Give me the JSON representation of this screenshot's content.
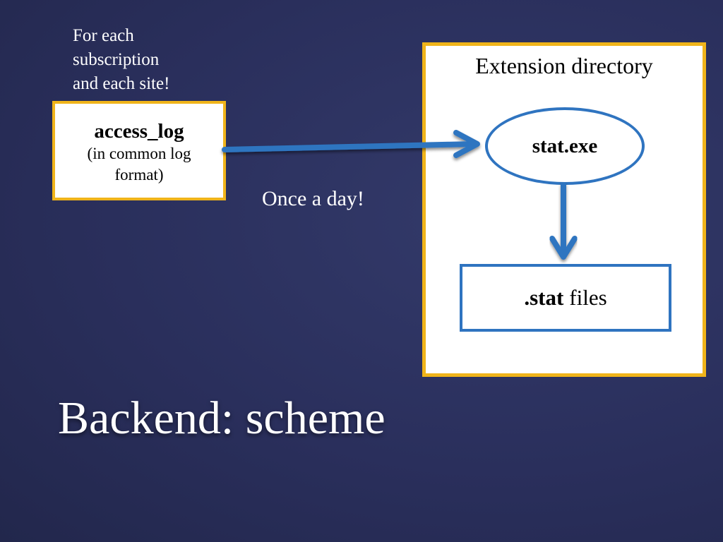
{
  "slide": {
    "title": "Backend: scheme",
    "note_top": [
      "For each",
      "subscription",
      "and each site!"
    ],
    "access_log": {
      "title": "access_log",
      "subtitle_line1": "(in common log",
      "subtitle_line2": "format)"
    },
    "arrow_label": "Once a day!",
    "extension_directory": {
      "title": "Extension directory",
      "executable": "stat.exe",
      "output_bold": ".stat",
      "output_rest": "files"
    }
  },
  "colors": {
    "background": "#2a2f5c",
    "box_border": "#f0b41a",
    "arrow": "#2f74c0"
  }
}
